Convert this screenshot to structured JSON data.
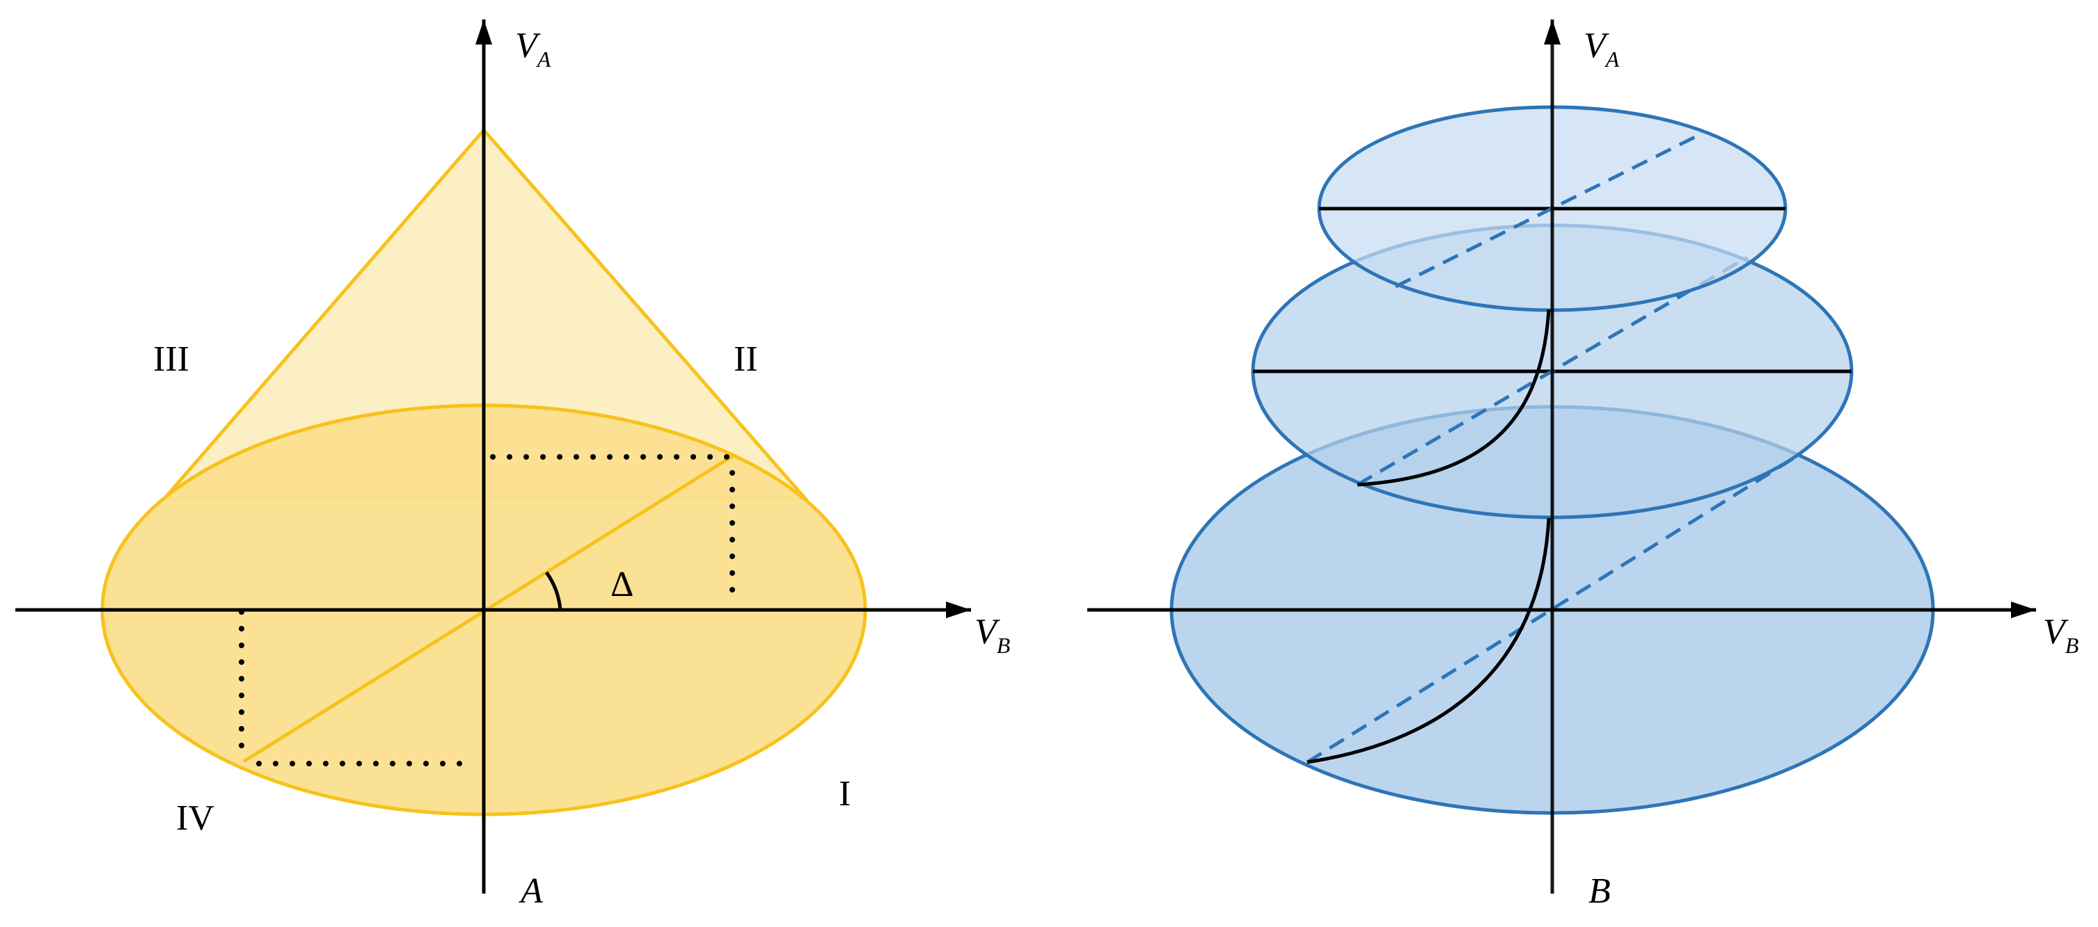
{
  "panels": {
    "a": {
      "label": "A",
      "axis_vertical": {
        "main": "V",
        "sub": "A"
      },
      "axis_horizontal": {
        "main": "V",
        "sub": "B"
      },
      "quadrants": {
        "q1": "I",
        "q2": "II",
        "q3": "III",
        "q4": "IV"
      },
      "angle_label": "Δ"
    },
    "b": {
      "label": "B",
      "axis_vertical": {
        "main": "V",
        "sub": "A"
      },
      "axis_horizontal": {
        "main": "V",
        "sub": "B"
      }
    }
  },
  "colors": {
    "cone_stroke": "#f7c21b",
    "cone_fill": "#fdefc4",
    "ellipse_fill": "#fbd980",
    "disk_stroke": "#2e75b6",
    "disk_fill": "#9dc3e6",
    "axis": "#000000"
  }
}
